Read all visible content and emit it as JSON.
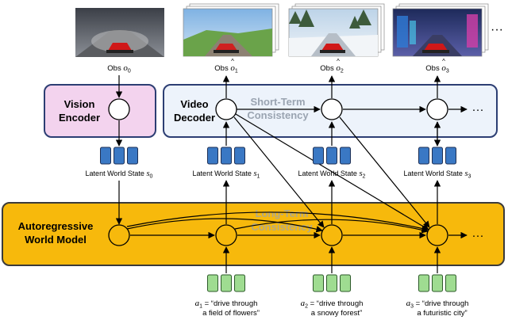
{
  "colors": {
    "vision_encoder_fill": "#f3d3ee",
    "vision_encoder_stroke": "#2c3e73",
    "video_decoder_fill": "#edf3fb",
    "video_decoder_stroke": "#2c3e73",
    "world_model_fill": "#f7b90c",
    "world_model_stroke": "#3a3a3a",
    "latent_token": "#3a78c4",
    "action_token": "#9fdc91",
    "consistency_text": "#9aa4b1",
    "arrow": "#000000"
  },
  "blocks": {
    "vision_encoder": "Vision\nEncoder",
    "video_decoder": "Video\nDecoder",
    "world_model": "Autoregressive\nWorld Model",
    "short_term": "Short-Term\nConsistency",
    "long_term": "Long-Term\nConsistency"
  },
  "ellipsis": "···",
  "observations": [
    {
      "prefix": "Obs ",
      "sym": "o",
      "accent": "",
      "sub": "0"
    },
    {
      "prefix": "Obs ",
      "sym": "o",
      "accent": "^",
      "sub": "1"
    },
    {
      "prefix": "Obs ",
      "sym": "o",
      "accent": "^",
      "sub": "2"
    },
    {
      "prefix": "Obs ",
      "sym": "o",
      "accent": "^",
      "sub": "3"
    }
  ],
  "latents": [
    {
      "prefix": "Latent World State ",
      "sym": "s",
      "sub": "0"
    },
    {
      "prefix": "Latent World State ",
      "sym": "s",
      "sub": "1"
    },
    {
      "prefix": "Latent World State ",
      "sym": "s",
      "sub": "2"
    },
    {
      "prefix": "Latent World State ",
      "sym": "s",
      "sub": "3"
    }
  ],
  "actions": [
    {
      "sym": "a",
      "sub": "1",
      "line1": " = “drive through",
      "line2": "a field of flowers”"
    },
    {
      "sym": "a",
      "sub": "2",
      "line1": " = “drive through",
      "line2": "a snowy forest”"
    },
    {
      "sym": "a",
      "sub": "3",
      "line1": " = “drive through",
      "line2": "a futuristic city”"
    }
  ]
}
